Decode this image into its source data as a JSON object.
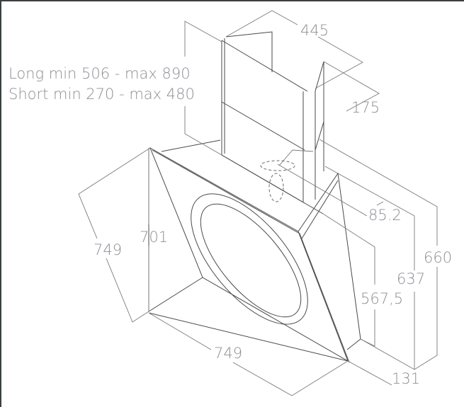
{
  "chimney_note": {
    "long": "Long min 506 - max 890",
    "short": "Short min 270 - max 480"
  },
  "dimensions": {
    "chimney_width": "445",
    "chimney_depth": "175",
    "duct_offset": "85.2",
    "total_height": "660",
    "height_637": "637",
    "height_567": "567,5",
    "depth_bottom": "131",
    "width_bottom": "749",
    "width_side": "749",
    "front_height": "701"
  },
  "colors": {
    "line": "#4a4a4a",
    "dimension": "#7a7a7a",
    "text": "#8c8f94"
  }
}
